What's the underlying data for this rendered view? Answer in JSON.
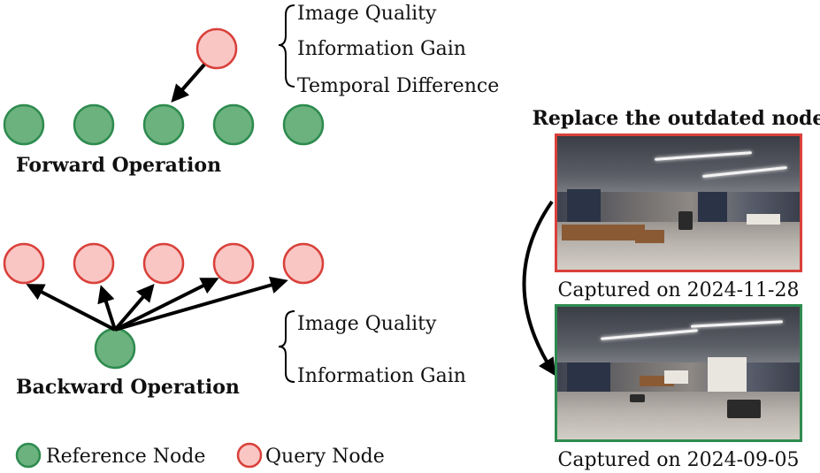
{
  "forward": {
    "criteria": [
      "Image Quality",
      "Information Gain",
      "Temporal Difference"
    ],
    "label": "Forward Operation"
  },
  "backward": {
    "criteria": [
      "Image Quality",
      "Information Gain"
    ],
    "label": "Backward Operation"
  },
  "legend": {
    "reference": "Reference Node",
    "query": "Query Node"
  },
  "replace": {
    "title": "Replace the outdated node",
    "top_caption": "Captured on 2024-11-28",
    "bottom_caption": "Captured on 2024-09-05"
  },
  "colors": {
    "reference_fill": "#6cb27e",
    "reference_stroke": "#2e8b4f",
    "query_fill": "#f9c6c4",
    "query_stroke": "#d9403a",
    "arrow": "#000000"
  }
}
